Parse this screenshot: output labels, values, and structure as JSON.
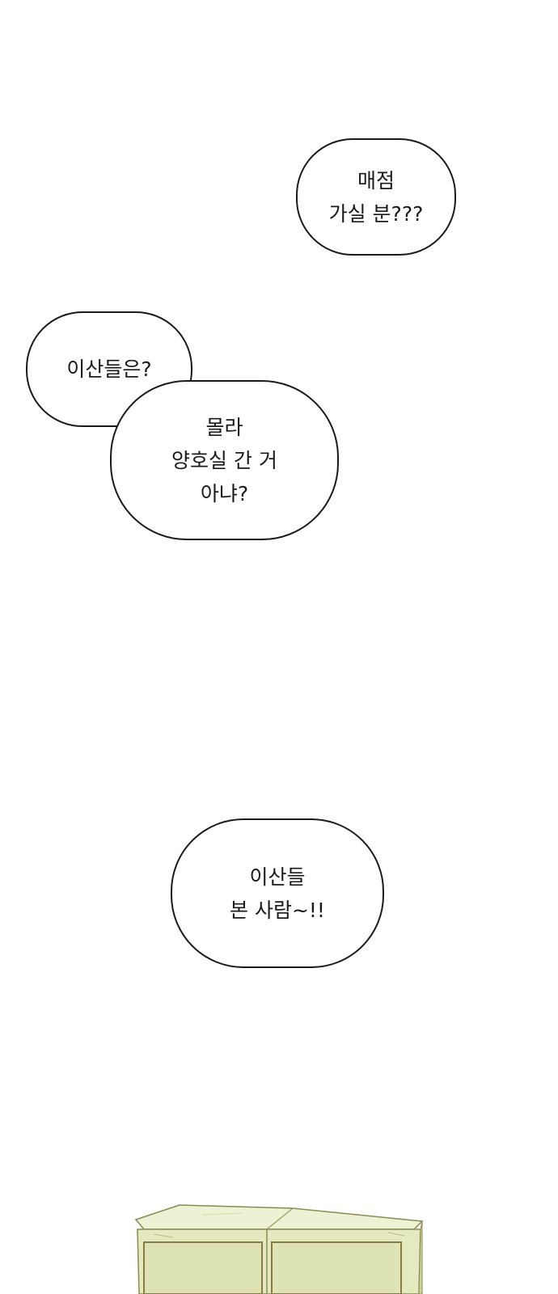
{
  "bubbles": [
    {
      "lines": [
        "매점",
        "가실 분???"
      ]
    },
    {
      "lines": [
        "이산들은?"
      ]
    },
    {
      "lines": [
        "몰라",
        "양호실 간 거",
        "아냐?"
      ]
    },
    {
      "lines": [
        "이산들",
        "본 사람~!!"
      ]
    }
  ],
  "colors": {
    "background": "#ffffff",
    "bubble_outline": "#1a1a1a",
    "furniture": "#e6ebc2"
  }
}
